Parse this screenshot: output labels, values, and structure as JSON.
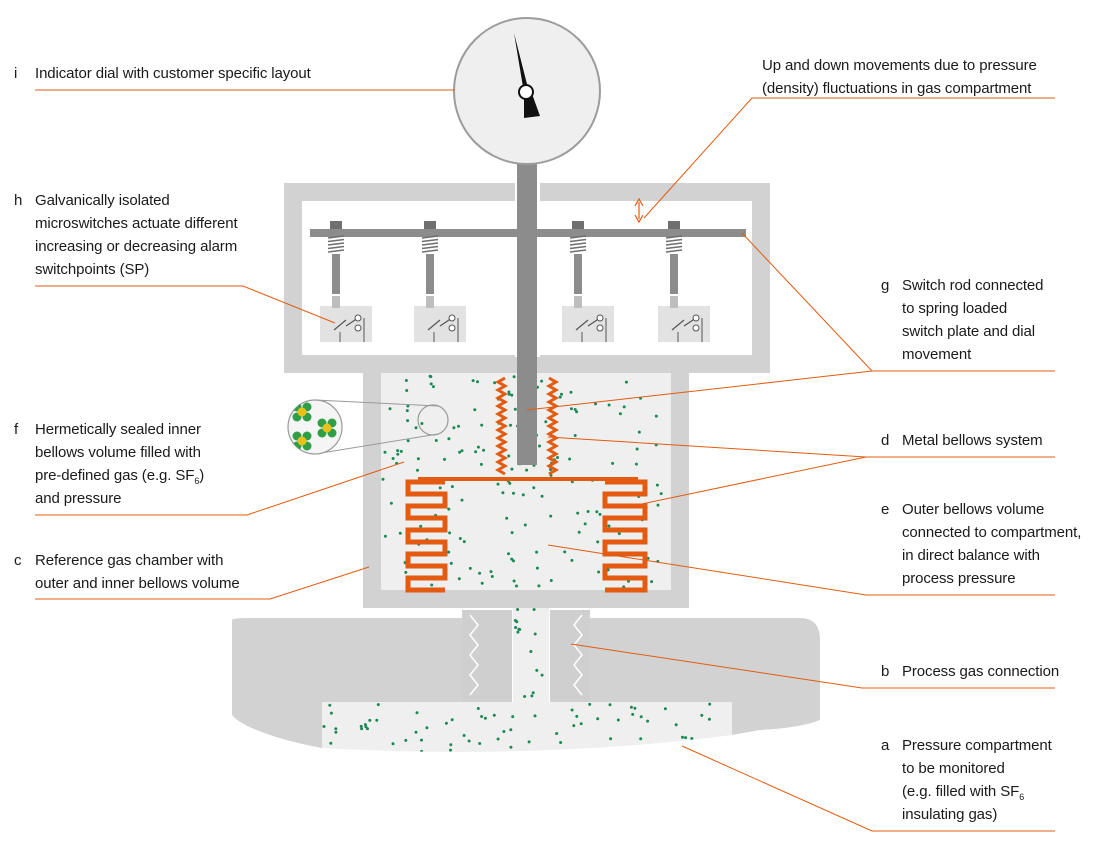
{
  "colors": {
    "leader": "#e35b10",
    "bellows": "#e35b10",
    "housing": "#d2d2d2",
    "gas_fill": "#efefef",
    "gas_dot": "#1a8a55",
    "rod": "#8c8c8c",
    "needle": "#111111"
  },
  "labels": {
    "i": {
      "key": "i",
      "lines": [
        "Indicator dial with customer specific layout"
      ]
    },
    "h": {
      "key": "h",
      "lines": [
        "Galvanically isolated",
        "microswitches actuate different",
        "increasing or decreasing alarm",
        "switchpoints (SP)"
      ]
    },
    "f": {
      "key": "f",
      "lines": [
        "Hermetically sealed inner",
        "bellows volume filled with"
      ],
      "line3_prefix": "pre-defined gas (e.g. SF",
      "line3_sub": "6",
      "line3_suffix": ")",
      "line4": "and pressure"
    },
    "c": {
      "key": "c",
      "lines": [
        "Reference gas chamber with",
        "outer and inner bellows volume"
      ]
    },
    "updown": {
      "lines": [
        "Up and down movements due to pressure",
        "(density) fluctuations in gas compartment"
      ]
    },
    "g": {
      "key": "g",
      "lines": [
        "Switch rod connected",
        "to spring loaded",
        "switch plate and dial",
        "movement"
      ]
    },
    "d": {
      "key": "d",
      "lines": [
        "Metal bellows system"
      ]
    },
    "e": {
      "key": "e",
      "lines": [
        "Outer bellows volume",
        "connected to compartment,",
        "in direct balance with",
        "process pressure"
      ]
    },
    "b": {
      "key": "b",
      "lines": [
        "Process gas connection"
      ]
    },
    "a": {
      "key": "a",
      "lines": [
        "Pressure compartment",
        "to be monitored"
      ],
      "line3_prefix": "(e.g. filled with SF",
      "line3_sub": "6",
      "line4": "insulating gas)"
    }
  }
}
